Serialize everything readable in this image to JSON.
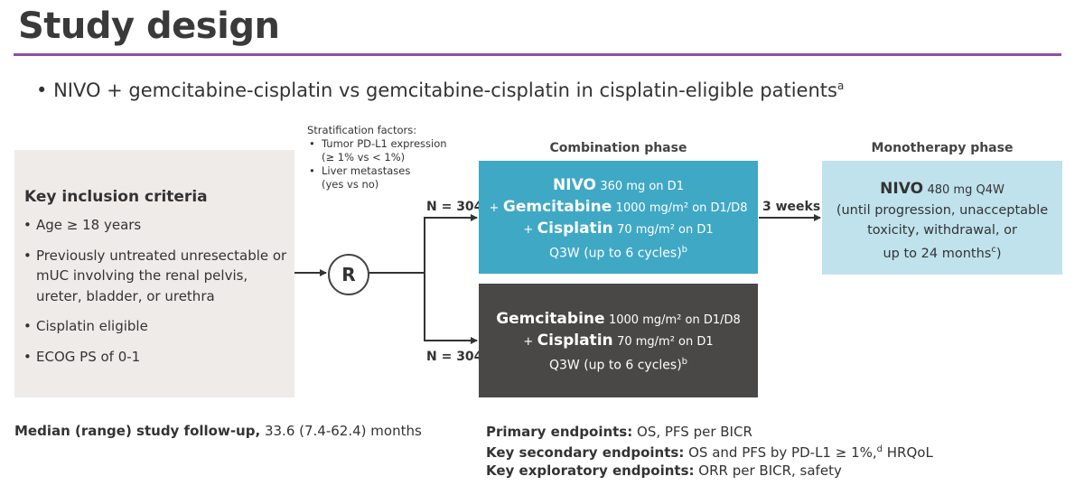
{
  "title": "Study design",
  "bullet": {
    "text": "NIVO + gemcitabine-cisplatin vs gemcitabine-cisplatin in cisplatin-eligible patients",
    "footnote": "a"
  },
  "stratification": {
    "heading": "Stratification factors:",
    "items": [
      {
        "label": "Tumor PD-L1 expression",
        "detail": "(≥ 1% vs < 1%)"
      },
      {
        "label": "Liver metastases",
        "detail": "(yes vs no)"
      }
    ]
  },
  "inclusion": {
    "title": "Key inclusion criteria",
    "items": [
      "Age ≥ 18 years",
      "Previously untreated unresectable or mUC involving the renal pelvis, ureter, bladder, or urethra",
      "Cisplatin eligible",
      "ECOG PS of 0-1"
    ]
  },
  "randomization": {
    "label": "R"
  },
  "arms": {
    "n_top": "N = 304",
    "n_bottom": "N = 304"
  },
  "phases": {
    "combination": "Combination phase",
    "monotherapy": "Monotherapy phase"
  },
  "combo_box": {
    "nivo": "NIVO",
    "nivo_dose": "360 mg on D1",
    "plus1": "+",
    "gem": "Gemcitabine",
    "gem_dose": "1000 mg/m² on D1/D8",
    "plus2": "+",
    "cis": "Cisplatin",
    "cis_dose": "70 mg/m² on D1",
    "schedule": "Q3W (up to 6 cycles)",
    "schedule_fn": "b"
  },
  "control_box": {
    "gem": "Gemcitabine",
    "gem_dose": "1000 mg/m² on D1/D8",
    "plus": "+",
    "cis": "Cisplatin",
    "cis_dose": "70 mg/m² on D1",
    "schedule": "Q3W (up to 6 cycles)",
    "schedule_fn": "b"
  },
  "transition": "3 weeks",
  "mono_box": {
    "nivo": "NIVO",
    "nivo_dose": "480 mg Q4W",
    "line1": "(until progression, unacceptable",
    "line2": "toxicity, withdrawal, or",
    "line3": "up to 24 months",
    "line3_fn": "c",
    "line3_end": ")"
  },
  "followup": {
    "label": "Median (range) study follow-up,",
    "value": "33.6 (7.4-62.4) months"
  },
  "endpoints": {
    "primary_label": "Primary endpoints:",
    "primary_value": "OS, PFS per BICR",
    "secondary_label": "Key secondary endpoints:",
    "secondary_value": "OS and PFS by PD-L1 ≥ 1%,",
    "secondary_fn": "d",
    "secondary_value2": "HRQoL",
    "exploratory_label": "Key exploratory endpoints:",
    "exploratory_value": "ORR per BICR, safety"
  },
  "colors": {
    "accent_rule": "#8a52a8",
    "combo_box": "#3fa8c5",
    "control_box": "#4a4846",
    "mono_box": "#bfe2ed",
    "inclusion_box": "#efebe9"
  }
}
